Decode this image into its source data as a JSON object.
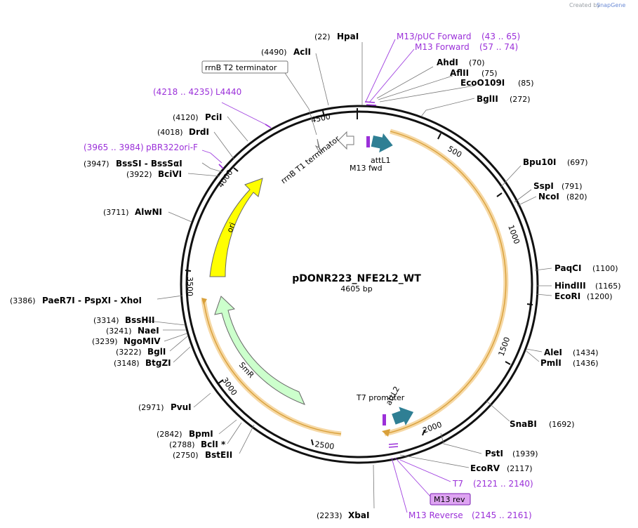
{
  "credit": {
    "prefix": "Created by",
    "brand": "SnapGene"
  },
  "plasmid": {
    "name": "pDONR223_NFE2L2_WT",
    "length_label": "4605 bp",
    "length": 4605
  },
  "ticks": [
    "500",
    "1000",
    "1500",
    "2000",
    "2500",
    "3000",
    "3500",
    "4000",
    "4500"
  ],
  "enzymes_right": [
    {
      "name": "HpaI",
      "pos": "(22)"
    },
    {
      "name": "AhdI",
      "pos": "(70)"
    },
    {
      "name": "AflII",
      "pos": "(75)"
    },
    {
      "name": "EcoO109I",
      "pos": "(85)"
    },
    {
      "name": "BglII",
      "pos": "(272)"
    },
    {
      "name": "Bpu10I",
      "pos": "(697)"
    },
    {
      "name": "SspI",
      "pos": "(791)"
    },
    {
      "name": "NcoI",
      "pos": "(820)"
    },
    {
      "name": "PaqCI",
      "pos": "(1100)"
    },
    {
      "name": "HindIII",
      "pos": "(1165)"
    },
    {
      "name": "EcoRI",
      "pos": "(1200)"
    },
    {
      "name": "AleI",
      "pos": "(1434)"
    },
    {
      "name": "PmlI",
      "pos": "(1436)"
    },
    {
      "name": "SnaBI",
      "pos": "(1692)"
    },
    {
      "name": "PstI",
      "pos": "(1939)"
    },
    {
      "name": "EcoRV",
      "pos": "(2117)"
    },
    {
      "name": "XbaI",
      "pos": "(2233)"
    }
  ],
  "enzymes_left": [
    {
      "name": "AclI",
      "pos": "(4490)"
    },
    {
      "name": "PciI",
      "pos": "(4120)"
    },
    {
      "name": "DrdI",
      "pos": "(4018)"
    },
    {
      "name": "BssSI  -  BssSαI",
      "pos": "(3947)"
    },
    {
      "name": "BciVI",
      "pos": "(3922)"
    },
    {
      "name": "AlwNI",
      "pos": "(3711)"
    },
    {
      "name": "PaeR7I  -  PspXI  -  XhoI",
      "pos": "(3386)"
    },
    {
      "name": "BssHII",
      "pos": "(3314)"
    },
    {
      "name": "NaeI",
      "pos": "(3241)"
    },
    {
      "name": "NgoMIV",
      "pos": "(3239)"
    },
    {
      "name": "BglI",
      "pos": "(3222)"
    },
    {
      "name": "BtgZI",
      "pos": "(3148)"
    },
    {
      "name": "PvuI",
      "pos": "(2971)"
    },
    {
      "name": "BpmI",
      "pos": "(2842)"
    },
    {
      "name": "BclI *",
      "pos": "(2788)"
    },
    {
      "name": "BstEII",
      "pos": "(2750)"
    }
  ],
  "primers": [
    {
      "name": "M13/pUC Forward",
      "range": "(43 .. 65)"
    },
    {
      "name": "M13 Forward",
      "range": "(57 .. 74)"
    },
    {
      "name": "L4440",
      "range": "(4218 .. 4235)"
    },
    {
      "name": "pBR322ori-F",
      "range": "(3965 .. 3984)"
    },
    {
      "name": "T7",
      "range": "(2121 .. 2140)"
    },
    {
      "name": "M13 rev",
      "range": ""
    },
    {
      "name": "M13 Reverse",
      "range": "(2145 .. 2161)"
    }
  ],
  "features": {
    "rrnb_t2": "rrnB T2 terminator",
    "rrnb_t1": "rrnB T1 terminator",
    "attl1": "attL1",
    "m13fwd": "M13 fwd",
    "ori": "ori",
    "smr": "SmR",
    "t7_promoter": "T7 promoter",
    "attl2": "attL2"
  },
  "colors": {
    "ori": "#ffff00",
    "smr": "#ccffcc",
    "att": "#2f7f94",
    "primer": "#9b30d9",
    "primer_box": "#dea4f2",
    "orf_halo": "#f6d8a4",
    "orf_line": "#d9a03a"
  }
}
